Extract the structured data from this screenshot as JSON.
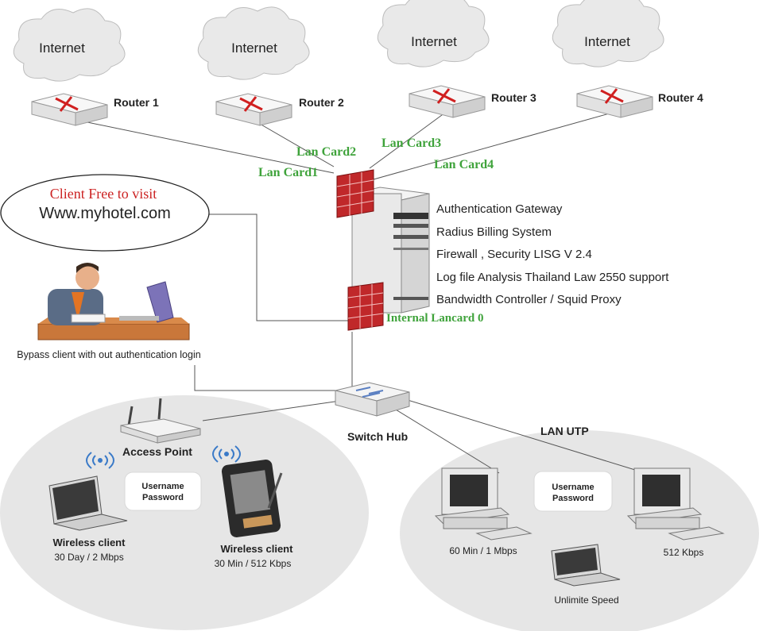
{
  "clouds": [
    "Internet",
    "Internet",
    "Internet",
    "Internet"
  ],
  "routers": [
    "Router 1",
    "Router 2",
    "Router 3",
    "Router 4"
  ],
  "lan_cards": [
    "Lan Card1",
    "Lan Card2",
    "Lan Card3",
    "Lan Card4"
  ],
  "internal_lancard": "Internal Lancard 0",
  "gateway_features": [
    "Authentication Gateway",
    "Radius Billing System",
    "Firewall , Security LISG V 2.4",
    "Log file Analysis Thailand Law 2550 support",
    "Bandwidth Controller  / Squid Proxy"
  ],
  "free_visit": {
    "line1": "Client Free to visit",
    "line2": "Www.myhotel.com"
  },
  "bypass_caption": "Bypass client with out authentication login",
  "switch_label": "Switch Hub",
  "lan_utp_label": "LAN UTP",
  "access_point_label": "Access Point",
  "login_box": {
    "user": "Username",
    "pass": "Password"
  },
  "wireless_clients": [
    {
      "name": "Wireless client",
      "plan": "30 Day / 2 Mbps"
    },
    {
      "name": "Wireless client",
      "plan": "30 Min / 512 Kbps"
    }
  ],
  "lan_clients": [
    {
      "plan": "60 Min / 1 Mbps"
    },
    {
      "plan": "512 Kbps"
    },
    {
      "plan": "Unlimite Speed"
    }
  ],
  "colors": {
    "green": "#3fa33b",
    "red": "#cc2222",
    "firewall": "#c0282a",
    "ellipse": "#e6e6e6"
  }
}
